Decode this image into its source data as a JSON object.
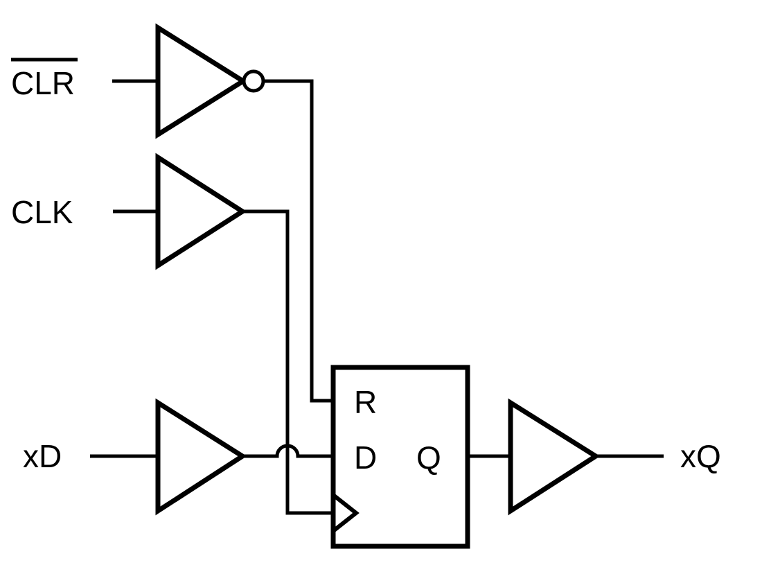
{
  "diagram": {
    "type": "logic-schematic",
    "description": "D flip-flop with reset, input buffers and output buffer",
    "colors": {
      "line": "#000000",
      "background": "#ffffff"
    }
  },
  "signals": {
    "clr": {
      "label": "CLR",
      "active_low": true
    },
    "clk": {
      "label": "CLK"
    },
    "xd": {
      "label": "xD"
    },
    "xq": {
      "label": "xQ"
    }
  },
  "flipflop": {
    "pin_r": "R",
    "pin_d": "D",
    "pin_q": "Q",
    "clock_input": "rising-edge-wedge"
  },
  "components": [
    {
      "name": "clr-inverter",
      "type": "inverter"
    },
    {
      "name": "clk-buffer",
      "type": "buffer"
    },
    {
      "name": "xd-buffer",
      "type": "buffer"
    },
    {
      "name": "d-flipflop",
      "type": "d-flip-flop-with-reset"
    },
    {
      "name": "xq-buffer",
      "type": "buffer"
    }
  ]
}
